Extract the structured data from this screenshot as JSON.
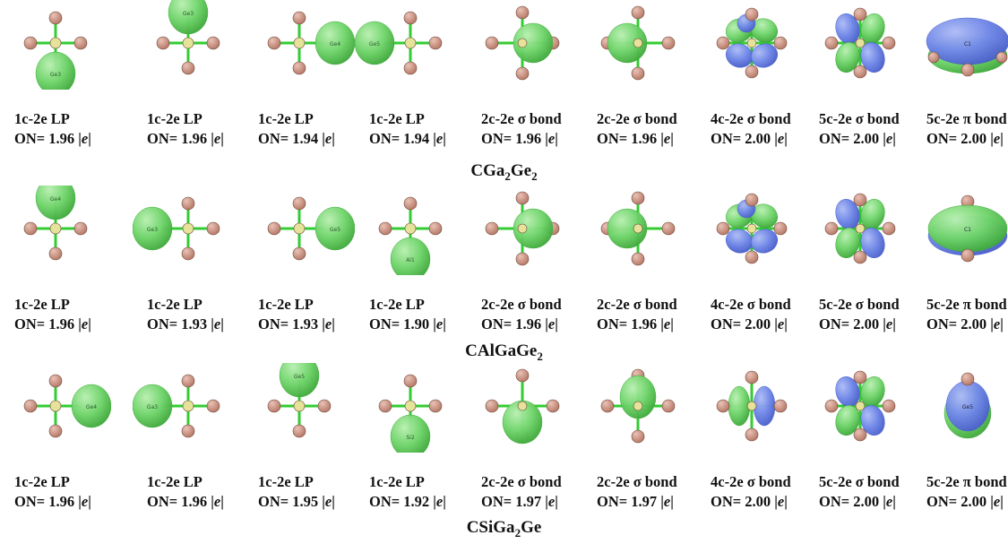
{
  "colors": {
    "lobe_green": "#6fd46a",
    "lobe_green_dark": "#3fa83b",
    "lobe_blue": "#6f87e8",
    "lobe_blue_dark": "#4a5fc9",
    "atom_brown": "#b87a68",
    "atom_center": "#e6e29a",
    "bond": "#33cc33"
  },
  "rows": [
    {
      "formula_parts": [
        "CGa",
        "2",
        "Ge",
        "2",
        ""
      ],
      "cells": [
        {
          "type": "1c-2e LP",
          "on_prefix": "ON= 1.96 |",
          "on_e": "e",
          "on_suffix": "|",
          "shape": "lp-down",
          "atom_label": "Ge3"
        },
        {
          "type": "1c-2e LP",
          "on_prefix": "ON= 1.96 |",
          "on_e": "e",
          "on_suffix": "|",
          "shape": "lp-up",
          "atom_label": "Ge3"
        },
        {
          "type": "1c-2e LP",
          "on_prefix": "ON= 1.94 |",
          "on_e": "e",
          "on_suffix": "|",
          "shape": "lp-right",
          "atom_label": "Ge4"
        },
        {
          "type": "1c-2e LP",
          "on_prefix": "ON= 1.94 |",
          "on_e": "e",
          "on_suffix": "|",
          "shape": "lp-left",
          "atom_label": "Ge5"
        },
        {
          "type": "2c-2e σ bond",
          "on_prefix": "ON= 1.96 |",
          "on_e": "e",
          "on_suffix": "|",
          "shape": "sigma-right",
          "atom_label": ""
        },
        {
          "type": "2c-2e σ bond",
          "on_prefix": "ON= 1.96 |",
          "on_e": "e",
          "on_suffix": "|",
          "shape": "sigma-left",
          "atom_label": ""
        },
        {
          "type": "4c-2e σ bond",
          "on_prefix": "ON= 2.00 |",
          "on_e": "e",
          "on_suffix": "|",
          "shape": "four-lobe-a",
          "atom_label": ""
        },
        {
          "type": "5c-2e σ bond",
          "on_prefix": "ON= 2.00 |",
          "on_e": "e",
          "on_suffix": "|",
          "shape": "four-lobe-b",
          "atom_label": ""
        },
        {
          "type": "5c-2e π bond",
          "on_prefix": "ON= 2.00 |",
          "on_e": "e",
          "on_suffix": "|",
          "shape": "pi-top",
          "atom_label": "C1"
        }
      ]
    },
    {
      "formula_parts": [
        "CAlGaGe",
        "2",
        "",
        "",
        ""
      ],
      "cells": [
        {
          "type": "1c-2e LP",
          "on_prefix": "ON= 1.96 |",
          "on_e": "e",
          "on_suffix": "|",
          "shape": "lp-up",
          "atom_label": "Ge4"
        },
        {
          "type": "1c-2e LP",
          "on_prefix": "ON= 1.93 |",
          "on_e": "e",
          "on_suffix": "|",
          "shape": "lp-left",
          "atom_label": "Ge3"
        },
        {
          "type": "1c-2e LP",
          "on_prefix": "ON= 1.93 |",
          "on_e": "e",
          "on_suffix": "|",
          "shape": "lp-right",
          "atom_label": "Ge5"
        },
        {
          "type": "1c-2e LP",
          "on_prefix": "ON= 1.90 |",
          "on_e": "e",
          "on_suffix": "|",
          "shape": "lp-down",
          "atom_label": "Al1"
        },
        {
          "type": "2c-2e σ bond",
          "on_prefix": "ON= 1.96 |",
          "on_e": "e",
          "on_suffix": "|",
          "shape": "sigma-right",
          "atom_label": ""
        },
        {
          "type": "2c-2e σ bond",
          "on_prefix": "ON= 1.96 |",
          "on_e": "e",
          "on_suffix": "|",
          "shape": "sigma-left",
          "atom_label": ""
        },
        {
          "type": "4c-2e σ bond",
          "on_prefix": "ON= 2.00 |",
          "on_e": "e",
          "on_suffix": "|",
          "shape": "four-lobe-a",
          "atom_label": ""
        },
        {
          "type": "5c-2e σ bond",
          "on_prefix": "ON= 2.00 |",
          "on_e": "e",
          "on_suffix": "|",
          "shape": "four-lobe-b",
          "atom_label": ""
        },
        {
          "type": "5c-2e π bond",
          "on_prefix": "ON= 2.00 |",
          "on_e": "e",
          "on_suffix": "|",
          "shape": "pi-bottom",
          "atom_label": "C1"
        }
      ]
    },
    {
      "formula_parts": [
        "CSiGa",
        "2",
        "Ge",
        "",
        ""
      ],
      "cells": [
        {
          "type": "1c-2e LP",
          "on_prefix": "ON= 1.96 |",
          "on_e": "e",
          "on_suffix": "|",
          "shape": "lp-right",
          "atom_label": "Ge4"
        },
        {
          "type": "1c-2e LP",
          "on_prefix": "ON= 1.96 |",
          "on_e": "e",
          "on_suffix": "|",
          "shape": "lp-left",
          "atom_label": "Ga3"
        },
        {
          "type": "1c-2e LP",
          "on_prefix": "ON= 1.95 |",
          "on_e": "e",
          "on_suffix": "|",
          "shape": "lp-up",
          "atom_label": "Ge5"
        },
        {
          "type": "1c-2e LP",
          "on_prefix": "ON= 1.92 |",
          "on_e": "e",
          "on_suffix": "|",
          "shape": "lp-down",
          "atom_label": "Si2"
        },
        {
          "type": "2c-2e σ bond",
          "on_prefix": "ON= 1.97 |",
          "on_e": "e",
          "on_suffix": "|",
          "shape": "sigma-down",
          "atom_label": ""
        },
        {
          "type": "2c-2e σ bond",
          "on_prefix": "ON= 1.97 |",
          "on_e": "e",
          "on_suffix": "|",
          "shape": "sigma-up",
          "atom_label": ""
        },
        {
          "type": "4c-2e σ bond",
          "on_prefix": "ON= 2.00 |",
          "on_e": "e",
          "on_suffix": "|",
          "shape": "four-lobe-c",
          "atom_label": ""
        },
        {
          "type": "5c-2e σ bond",
          "on_prefix": "ON= 2.00 |",
          "on_e": "e",
          "on_suffix": "|",
          "shape": "four-lobe-b",
          "atom_label": ""
        },
        {
          "type": "5c-2e π bond",
          "on_prefix": "ON= 2.00 |",
          "on_e": "e",
          "on_suffix": "|",
          "shape": "pi-center",
          "atom_label": "Ge5"
        }
      ]
    }
  ]
}
